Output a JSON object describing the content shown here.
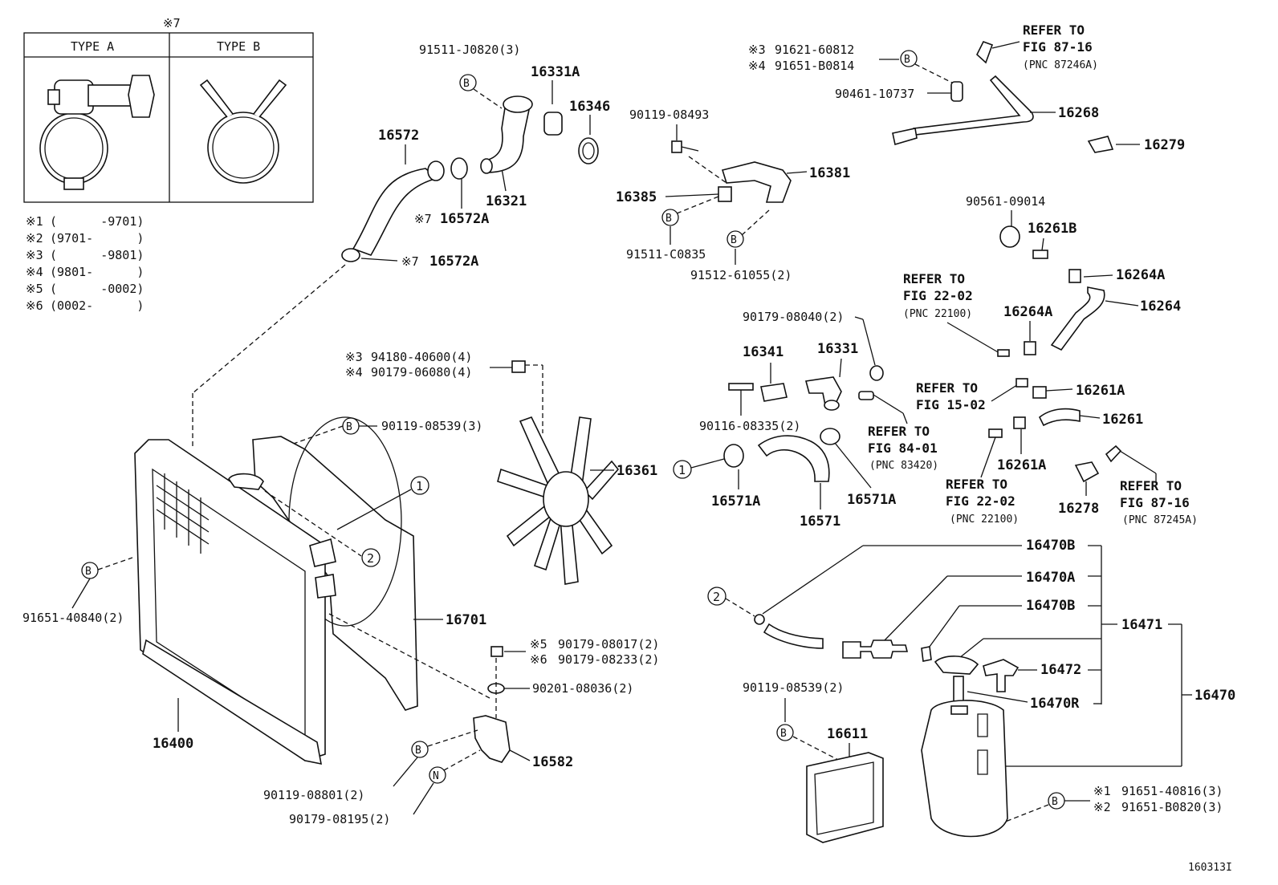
{
  "type_box": {
    "title_mark": "※7",
    "type_a": "TYPE A",
    "type_b": "TYPE B"
  },
  "notes": [
    {
      "mark": "※1",
      "text": "(      -9701)"
    },
    {
      "mark": "※2",
      "text": "(9701-      )"
    },
    {
      "mark": "※3",
      "text": "(      -9801)"
    },
    {
      "mark": "※4",
      "text": "(9801-      )"
    },
    {
      "mark": "※5",
      "text": "(      -0002)"
    },
    {
      "mark": "※6",
      "text": "(0002-      )"
    }
  ],
  "labels": {
    "p91511_j0820": "91511-J0820(3)",
    "p16331a": "16331A",
    "p16346": "16346",
    "p16572": "16572",
    "p16321": "16321",
    "p16572a_1_mark": "※7",
    "p16572a_1": "16572A",
    "p16572a_2_mark": "※7",
    "p16572a_2": "16572A",
    "p90119_08493": "90119-08493",
    "p16381": "16381",
    "p16385": "16385",
    "p91511_c0835": "91511-C0835",
    "p91512_61055": "91512-61055(2)",
    "p91621_mark": "※3",
    "p91621": "91621-60812",
    "p91651_b0814_mark": "※4",
    "p91651_b0814": "91651-B0814",
    "p90461": "90461-10737",
    "p16268": "16268",
    "p16279": "16279",
    "ref_87_16_top_1": "REFER TO",
    "ref_87_16_top_2": "FIG 87-16",
    "ref_87_16_top_3": "(PNC 87246A)",
    "p90561": "90561-09014",
    "p16261b": "16261B",
    "p16264a_1": "16264A",
    "p16264": "16264",
    "ref_22_02_a_1": "REFER TO",
    "ref_22_02_a_2": "FIG 22-02",
    "ref_22_02_a_3": "(PNC 22100)",
    "p16264a_2": "16264A",
    "p90179_08040": "90179-08040(2)",
    "p16341": "16341",
    "p16331": "16331",
    "ref_15_02_1": "REFER TO",
    "ref_15_02_2": "FIG 15-02",
    "p16261a_1": "16261A",
    "p16261": "16261",
    "p90116": "90116-08335(2)",
    "ref_84_01_1": "REFER TO",
    "ref_84_01_2": "FIG 84-01",
    "ref_84_01_3": "(PNC 83420)",
    "p16261a_2": "16261A",
    "ref_22_02_b_1": "REFER TO",
    "ref_22_02_b_2": "FIG 22-02",
    "ref_22_02_b_3": "(PNC 22100)",
    "p16278": "16278",
    "ref_87_16_b_1": "REFER TO",
    "ref_87_16_b_2": "FIG 87-16",
    "ref_87_16_b_3": "(PNC 87245A)",
    "p16571a_1": "16571A",
    "p16571": "16571",
    "p16571a_2": "16571A",
    "p94180_mark": "※3",
    "p94180": "94180-40600(4)",
    "p90179_06080_mark": "※4",
    "p90179_06080": "90179-06080(4)",
    "p90119_08539_top": "90119-08539(3)",
    "p16361": "16361",
    "p91651_40840": "91651-40840(2)",
    "p16701": "16701",
    "p90179_08017_mark": "※5",
    "p90179_08017": "90179-08017(2)",
    "p90179_08233_mark": "※6",
    "p90179_08233": "90179-08233(2)",
    "p90201": "90201-08036(2)",
    "p16400": "16400",
    "p16582": "16582",
    "p90119_08801": "90119-08801(2)",
    "p90179_08195": "90179-08195(2)",
    "p16470b_1": "16470B",
    "p16470a": "16470A",
    "p16470b_2": "16470B",
    "p16471": "16471",
    "p16472": "16472",
    "p16470r": "16470R",
    "p16470": "16470",
    "p90119_08539_b": "90119-08539(2)",
    "p16611": "16611",
    "p91651_40816_mark": "※1",
    "p91651_40816": "91651-40816(3)",
    "p91651_b0820_mark": "※2",
    "p91651_b0820": "91651-B0820(3)",
    "figure_id": "160313I"
  },
  "callouts": {
    "b": "B",
    "n": "N",
    "one": "1",
    "two": "2"
  }
}
